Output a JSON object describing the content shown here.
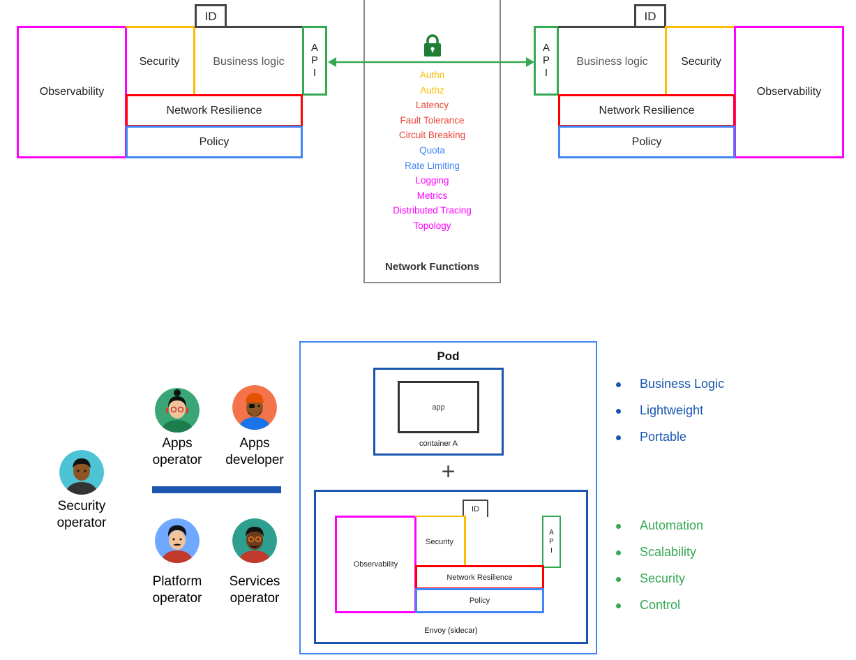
{
  "colors": {
    "observability": "#ff00ff",
    "security": "#fbbc04",
    "resilience": "#ff0000",
    "policy": "#4285f4",
    "api": "#34a853",
    "id": "#444444",
    "arrow": "#34a853",
    "pod": "#4285f4",
    "container": "#1a56b0",
    "ops_divider": "#1a56b0",
    "blue_list": "#1a56b0",
    "green_list": "#34a853"
  },
  "top": {
    "left_service": {
      "id_label": "ID",
      "observability": "Observability",
      "security": "Security",
      "business_logic": "Business logic",
      "api": [
        "A",
        "P",
        "I"
      ],
      "network_resilience": "Network Resilience",
      "policy": "Policy"
    },
    "right_service": {
      "id_label": "ID",
      "api": [
        "A",
        "P",
        "I"
      ],
      "business_logic": "Business logic",
      "security": "Security",
      "observability": "Observability",
      "network_resilience": "Network Resilience",
      "policy": "Policy"
    },
    "network_functions": {
      "lock_icon": "lock-icon",
      "items": [
        {
          "label": "Authn",
          "color": "#fbbc04"
        },
        {
          "label": "Authz",
          "color": "#fbbc04"
        },
        {
          "label": "Latency",
          "color": "#ea4335"
        },
        {
          "label": "Fault Tolerance",
          "color": "#ea4335"
        },
        {
          "label": "Circuit Breaking",
          "color": "#ea4335"
        },
        {
          "label": "Quota",
          "color": "#4285f4"
        },
        {
          "label": "Rate Limiting",
          "color": "#4285f4"
        },
        {
          "label": "Logging",
          "color": "#ff00ff"
        },
        {
          "label": "Metrics",
          "color": "#ff00ff"
        },
        {
          "label": "Distributed Tracing",
          "color": "#ff00ff"
        },
        {
          "label": "Topology",
          "color": "#ff00ff"
        }
      ],
      "title": "Network Functions"
    }
  },
  "people": {
    "security_operator": [
      "Security",
      "operator"
    ],
    "apps_operator": [
      "Apps",
      "operator"
    ],
    "apps_developer": [
      "Apps",
      "developer"
    ],
    "platform_operator": [
      "Platform",
      "operator"
    ],
    "services_operator": [
      "Services",
      "operator"
    ]
  },
  "pod": {
    "title": "Pod",
    "container": {
      "app": "app",
      "label": "container A"
    },
    "plus": "+",
    "sidecar": {
      "id_label": "ID",
      "observability": "Observability",
      "security": "Security",
      "api": [
        "A",
        "P",
        "I"
      ],
      "network_resilience": "Network Resilience",
      "policy": "Policy",
      "label": "Envoy (sidecar)"
    }
  },
  "lists": {
    "blue": [
      "Business Logic",
      "Lightweight",
      "Portable"
    ],
    "green": [
      "Automation",
      "Scalability",
      "Security",
      "Control"
    ]
  }
}
